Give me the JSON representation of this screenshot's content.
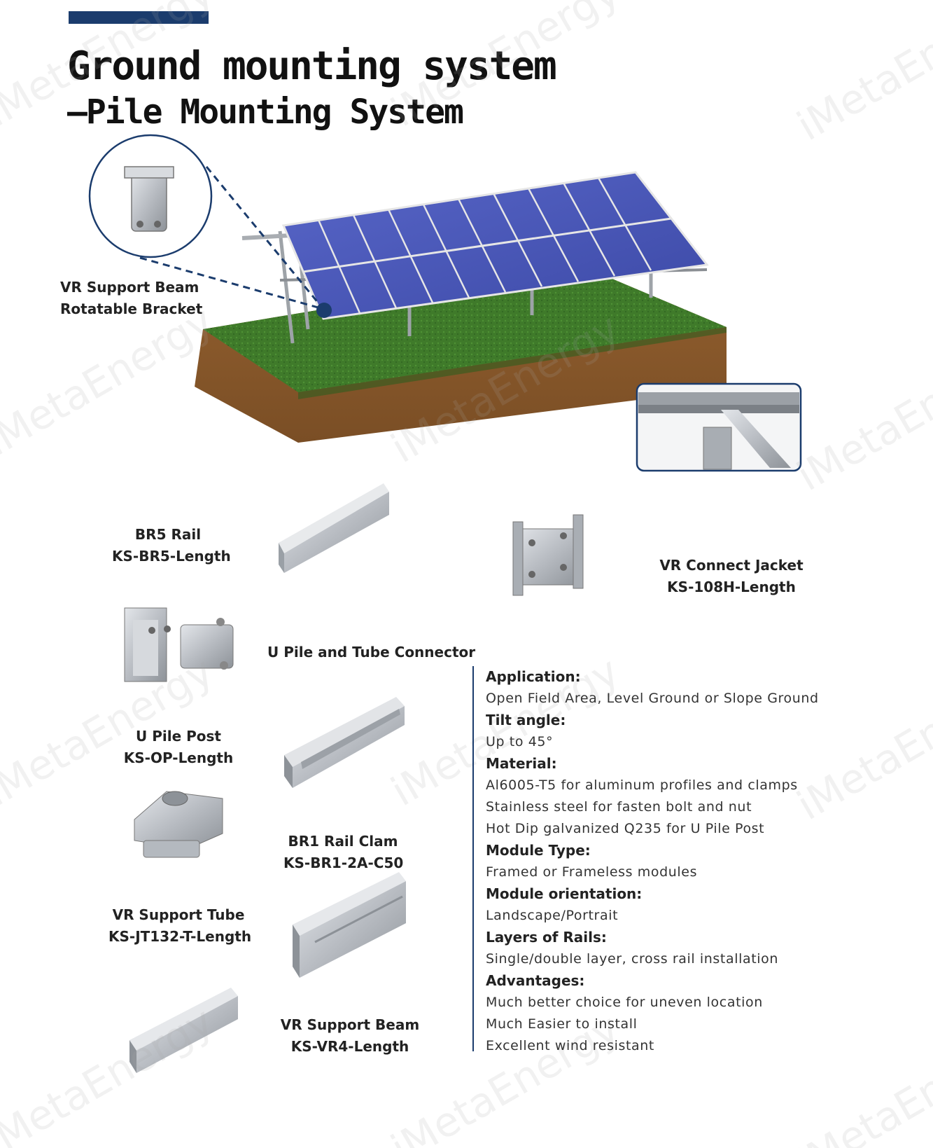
{
  "header": {
    "title": "Ground mounting system",
    "subtitle": "—Pile Mounting System"
  },
  "watermark_text": "iMetaEnergy",
  "callouts": {
    "bracket": {
      "line1": "VR Support Beam",
      "line2": "Rotatable Bracket"
    }
  },
  "parts": {
    "br5_rail": {
      "name": "BR5 Rail",
      "code": "KS-BR5-Length"
    },
    "vr_connect_jacket": {
      "name": "VR Connect Jacket",
      "code": "KS-108H-Length"
    },
    "u_pile_tube_connector": {
      "name": "U Pile and Tube Connector"
    },
    "u_pile_post": {
      "name": "U Pile Post",
      "code": "KS-OP-Length"
    },
    "br1_rail_clam": {
      "name": "BR1 Rail Clam",
      "code": "KS-BR1-2A-C50"
    },
    "vr_support_tube": {
      "name": "VR Support Tube",
      "code": "KS-JT132-T-Length"
    },
    "vr_support_beam": {
      "name": "VR Support Beam",
      "code": "KS-VR4-Length"
    }
  },
  "specs": [
    {
      "heading": "Application:",
      "lines": [
        "Open Field Area, Level Ground or Slope Ground"
      ]
    },
    {
      "heading": "Tilt angle:",
      "lines": [
        "Up to 45°"
      ]
    },
    {
      "heading": "Material:",
      "lines": [
        "Al6005-T5 for aluminum profiles and clamps",
        "Stainless steel for fasten bolt and nut",
        "Hot Dip galvanized Q235 for U Pile Post"
      ]
    },
    {
      "heading": "Module Type:",
      "lines": [
        "Framed or Frameless modules"
      ]
    },
    {
      "heading": "Module orientation:",
      "lines": [
        "Landscape/Portrait"
      ]
    },
    {
      "heading": "Layers of Rails:",
      "lines": [
        "Single/double layer, cross rail installation"
      ]
    },
    {
      "heading": "Advantages:",
      "lines": [
        "Much better choice for uneven location",
        "Much Easier to install",
        "Excellent wind resistant"
      ]
    }
  ],
  "colors": {
    "accent": "#1b3c6d",
    "panel": "#4a58b8",
    "grass": "#3f7a2a",
    "soil": "#8a5a2e",
    "aluminum": "#c3c7cc"
  }
}
